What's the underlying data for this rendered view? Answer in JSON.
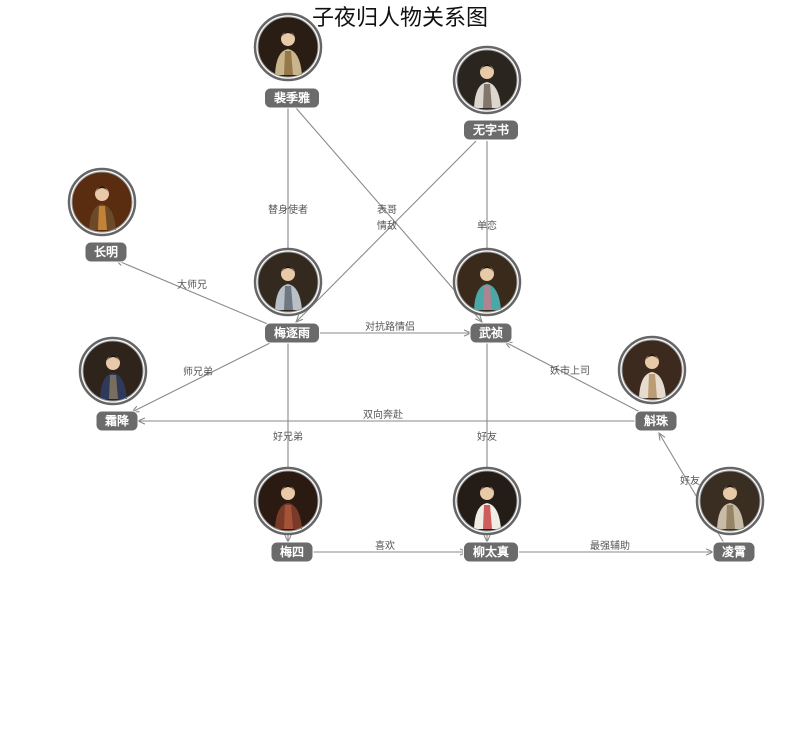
{
  "title": "子夜归人物关系图",
  "nodes": [
    {
      "id": "peijiya",
      "name": "裴季雅",
      "bg": "#2a1d14",
      "robe": "#c9b58c",
      "accent": "#8a6a3a"
    },
    {
      "id": "wuzishu",
      "name": "无字书",
      "bg": "#2b2520",
      "robe": "#dcd6cf",
      "accent": "#6c5c4f"
    },
    {
      "id": "changming",
      "name": "长明",
      "bg": "#5a2c10",
      "robe": "#6b4a2a",
      "accent": "#d9903a"
    },
    {
      "id": "meizhuyu",
      "name": "梅逐雨",
      "bg": "#33291f",
      "robe": "#b9c0c8",
      "accent": "#5b6470"
    },
    {
      "id": "wuzhen",
      "name": "武祯",
      "bg": "#3a2a1c",
      "robe": "#4aa8a8",
      "accent": "#c77a8a"
    },
    {
      "id": "shuangjiang",
      "name": "霜降",
      "bg": "#2e241b",
      "robe": "#2f3a5a",
      "accent": "#8a7c60"
    },
    {
      "id": "huzhu",
      "name": "斛珠",
      "bg": "#3b2a1d",
      "robe": "#e6dccd",
      "accent": "#b08c5f"
    },
    {
      "id": "meisi",
      "name": "梅四",
      "bg": "#2a1a12",
      "robe": "#7a3a2a",
      "accent": "#b05a3a"
    },
    {
      "id": "liutaizhen",
      "name": "柳太真",
      "bg": "#241c16",
      "robe": "#f0ece6",
      "accent": "#c63a3a"
    },
    {
      "id": "lingxiao",
      "name": "凌霄",
      "bg": "#3a2e22",
      "robe": "#c8bca6",
      "accent": "#8a7658"
    }
  ],
  "edges": [
    {
      "source": "peijiya",
      "target": "meizhuyu",
      "label": "替身使者"
    },
    {
      "source": "peijiya",
      "target": "wuzhen",
      "label": "表哥"
    },
    {
      "source": "wuzishu",
      "target": "meizhuyu",
      "label": "情敌"
    },
    {
      "source": "wuzishu",
      "target": "wuzhen",
      "label": "单恋"
    },
    {
      "source": "meizhuyu",
      "target": "changming",
      "label": "大师兄"
    },
    {
      "source": "meizhuyu",
      "target": "wuzhen",
      "label": "对抗路情侣"
    },
    {
      "source": "meizhuyu",
      "target": "shuangjiang",
      "label": "师兄弟"
    },
    {
      "source": "meizhuyu",
      "target": "meisi",
      "label": "好兄弟"
    },
    {
      "source": "huzhu",
      "target": "wuzhen",
      "label": "妖市上司"
    },
    {
      "source": "huzhu",
      "target": "shuangjiang",
      "label": "双向奔赴"
    },
    {
      "source": "wuzhen",
      "target": "liutaizhen",
      "label": "好友"
    },
    {
      "source": "meisi",
      "target": "liutaizhen",
      "label": "喜欢"
    },
    {
      "source": "liutaizhen",
      "target": "lingxiao",
      "label": "最强辅助"
    },
    {
      "source": "lingxiao",
      "target": "huzhu",
      "label": "好友"
    }
  ]
}
